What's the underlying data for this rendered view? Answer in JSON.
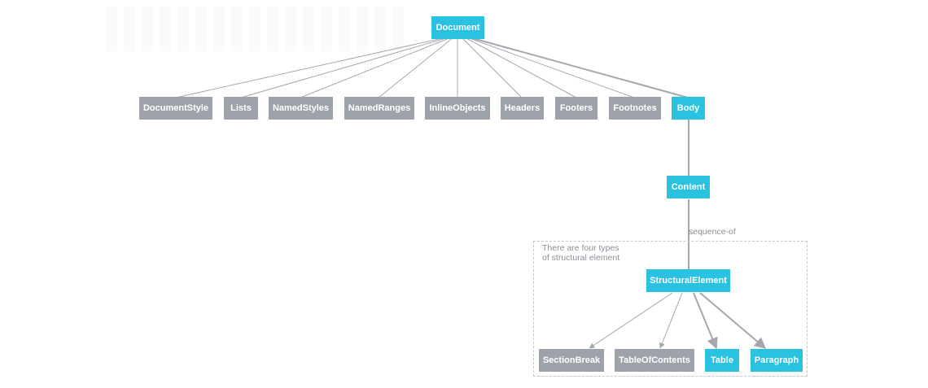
{
  "diagram": {
    "root": {
      "label": "Document",
      "color": "cyan"
    },
    "document_children": [
      {
        "label": "DocumentStyle",
        "color": "gray"
      },
      {
        "label": "Lists",
        "color": "gray"
      },
      {
        "label": "NamedStyles",
        "color": "gray"
      },
      {
        "label": "NamedRanges",
        "color": "gray"
      },
      {
        "label": "InlineObjects",
        "color": "gray"
      },
      {
        "label": "Headers",
        "color": "gray"
      },
      {
        "label": "Footers",
        "color": "gray"
      },
      {
        "label": "Footnotes",
        "color": "gray"
      },
      {
        "label": "Body",
        "color": "cyan"
      }
    ],
    "content": {
      "label": "Content",
      "color": "cyan"
    },
    "edge_label": "sequence-of",
    "group_caption_line1": "There are four types",
    "group_caption_line2": "of structural element",
    "structural_element": {
      "label": "StructuralElement",
      "color": "cyan"
    },
    "element_types": [
      {
        "label": "SectionBreak",
        "color": "gray"
      },
      {
        "label": "TableOfContents",
        "color": "gray"
      },
      {
        "label": "Table",
        "color": "cyan"
      },
      {
        "label": "Paragraph",
        "color": "cyan"
      }
    ]
  },
  "colors": {
    "cyan": "#29c2e0",
    "gray": "#9ea3ab",
    "line": "#a4a8ae"
  }
}
